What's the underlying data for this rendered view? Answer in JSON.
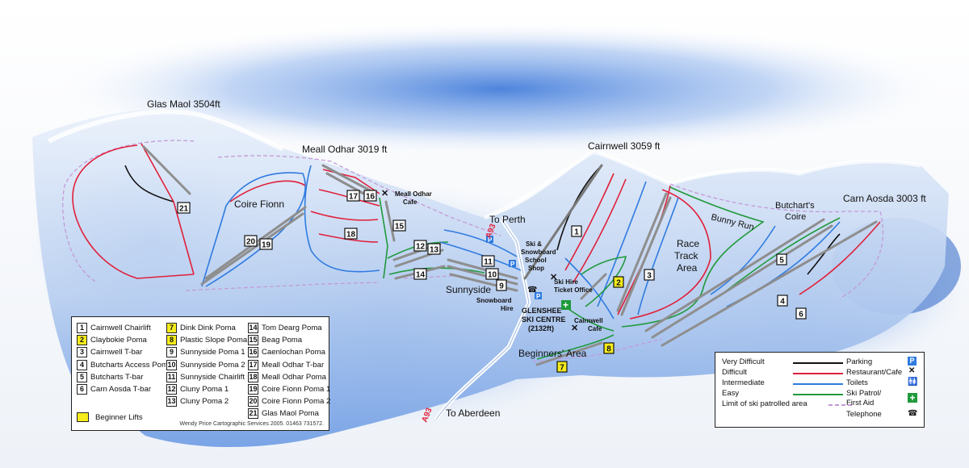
{
  "peaks": {
    "glas_maol": "Glas Maol 3504ft",
    "meall_odhar": "Meall Odhar 3019 ft",
    "cairnwell": "Cairnwell 3059 ft",
    "carn_aosda": "Carn Aosda 3003 ft"
  },
  "places": {
    "coire_fionn": "Coire Fionn",
    "sunnyside": "Sunnyside",
    "race_track": "Race",
    "race_track_2": "Track",
    "race_track_3": "Area",
    "bunny_run": "Bunny Run",
    "butcharts_coire": "Butchart's",
    "butcharts_coire_2": "Coire",
    "beginners_area": "Beginners' Area",
    "to_perth": "To Perth",
    "to_aberdeen": "To Aberdeen",
    "road_north": "A93",
    "road_south": "A93",
    "centre_1": "GLENSHEE",
    "centre_2": "SKI CENTRE",
    "centre_3": "(2132ft)",
    "meall_cafe_1": "Meall Odhar",
    "meall_cafe_2": "Cafe",
    "school_1": "Ski &",
    "school_2": "Snowboard",
    "school_3": "School",
    "school_4": "Shop",
    "ski_hire": "Ski Hire",
    "ticket_office": "Ticket Office",
    "snowboard_hire_1": "Snowboard",
    "snowboard_hire_2": "Hire",
    "cairnwell_cafe_1": "Cairnwell",
    "cairnwell_cafe_2": "Cafe"
  },
  "lift_markers": [
    "1",
    "2",
    "3",
    "4",
    "5",
    "6",
    "7",
    "8",
    "9",
    "10",
    "11",
    "12",
    "13",
    "14",
    "15",
    "16",
    "17",
    "18",
    "19",
    "20",
    "21"
  ],
  "lift_legend": {
    "col1": [
      {
        "num": "1",
        "name": "Cairnwell Chairlift",
        "beginner": false
      },
      {
        "num": "2",
        "name": "Claybokie Poma",
        "beginner": true
      },
      {
        "num": "3",
        "name": "Cairnwell T-bar",
        "beginner": false
      },
      {
        "num": "4",
        "name": "Butcharts Access Poma",
        "beginner": false
      },
      {
        "num": "5",
        "name": "Butcharts T-bar",
        "beginner": false
      },
      {
        "num": "6",
        "name": "Carn Aosda T-bar",
        "beginner": false
      }
    ],
    "col2": [
      {
        "num": "7",
        "name": "Dink Dink Poma",
        "beginner": true
      },
      {
        "num": "8",
        "name": "Plastic Slope Poma",
        "beginner": true
      },
      {
        "num": "9",
        "name": "Sunnyside Poma 1",
        "beginner": false
      },
      {
        "num": "10",
        "name": "Sunnyside Poma 2",
        "beginner": false
      },
      {
        "num": "11",
        "name": "Sunnyside Chairlift",
        "beginner": false
      },
      {
        "num": "12",
        "name": "Cluny Poma 1",
        "beginner": false
      },
      {
        "num": "13",
        "name": "Cluny Poma 2",
        "beginner": false
      }
    ],
    "col3": [
      {
        "num": "14",
        "name": "Tom Dearg Poma",
        "beginner": false
      },
      {
        "num": "15",
        "name": "Beag Poma",
        "beginner": false
      },
      {
        "num": "16",
        "name": "Caenlochan Poma",
        "beginner": false
      },
      {
        "num": "17",
        "name": "Meall Odhar T-bar",
        "beginner": false
      },
      {
        "num": "18",
        "name": "Meall Odhar Poma",
        "beginner": false
      },
      {
        "num": "19",
        "name": "Coire Fionn Poma 1",
        "beginner": false
      },
      {
        "num": "20",
        "name": "Coire Fionn Poma 2",
        "beginner": false
      },
      {
        "num": "21",
        "name": "Glas Maol Poma",
        "beginner": false
      }
    ],
    "beginner_label": "Beginner Lifts",
    "credit": "Wendy Price Cartographic Services 2005. 01463 731572."
  },
  "key_legend": {
    "runs": [
      {
        "label": "Very Difficult",
        "color": "#111111"
      },
      {
        "label": "Difficult",
        "color": "#e0203a"
      },
      {
        "label": "Intermediate",
        "color": "#2f7be0"
      },
      {
        "label": "Easy",
        "color": "#1f9a3a"
      },
      {
        "label": "Limit of ski patrolled area",
        "color": "#c39ad8"
      }
    ],
    "facilities": [
      {
        "label": "Parking",
        "icon": "parking-icon"
      },
      {
        "label": "Restaurant/Cafe",
        "icon": "restaurant-icon"
      },
      {
        "label": "Toilets",
        "icon": "toilets-icon"
      },
      {
        "label": "Ski Patrol/",
        "icon": ""
      },
      {
        "label": "First Aid",
        "icon": "first-aid-icon"
      },
      {
        "label": "Telephone",
        "icon": "telephone-icon"
      }
    ]
  },
  "colors": {
    "very_difficult": "#111111",
    "difficult": "#e0203a",
    "intermediate": "#2f7be0",
    "easy": "#1f9a3a",
    "lift": "#9a9a9a",
    "beginner": "#f6ec1a",
    "patrol_limit": "#c39ad8",
    "road": "#e0203a"
  }
}
